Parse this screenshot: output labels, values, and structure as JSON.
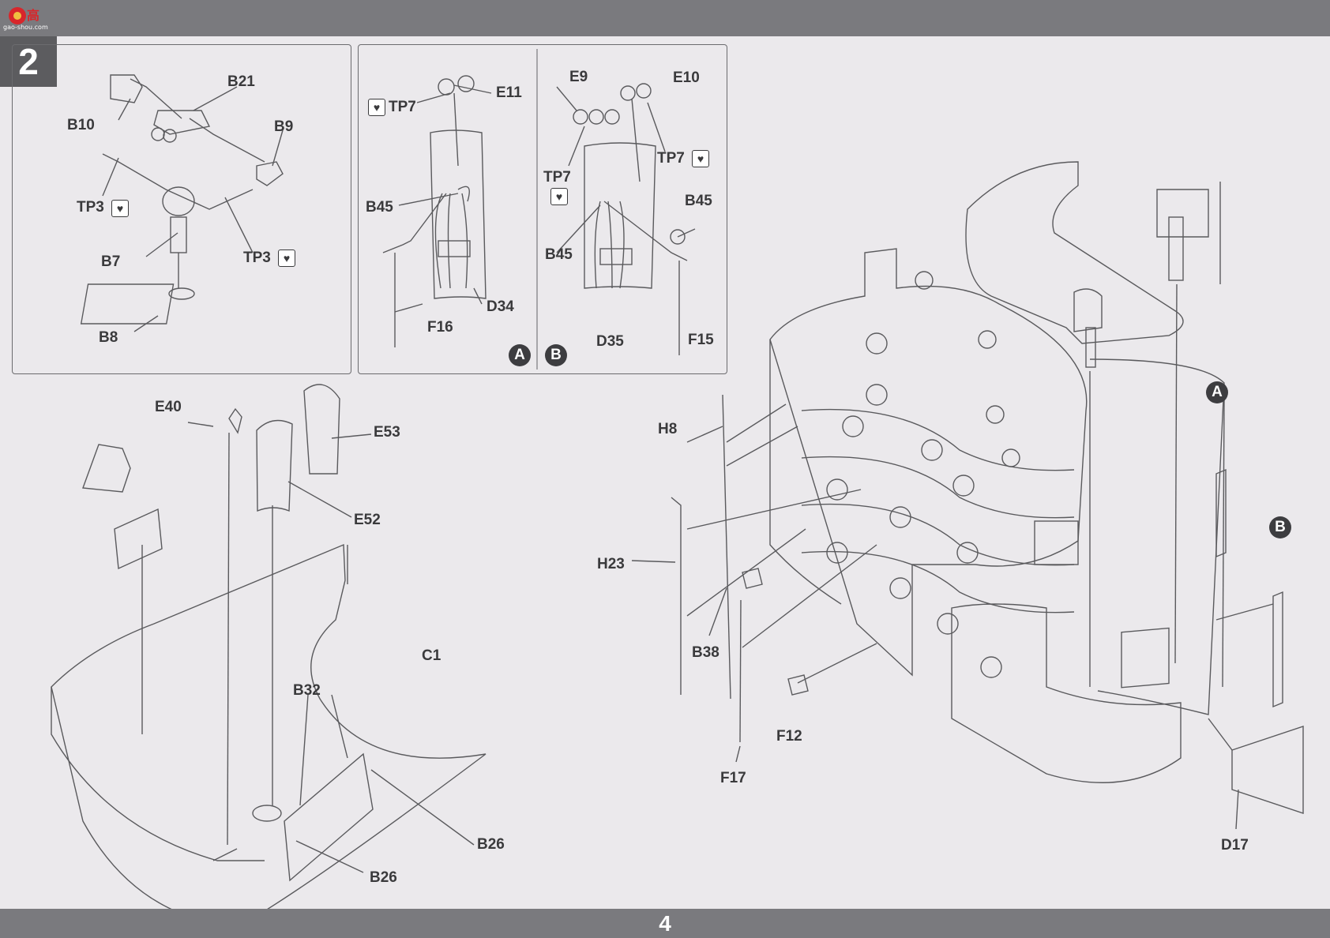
{
  "header": {
    "logo_text": "高",
    "logo_site": "gao-shou.com",
    "step_number": "2"
  },
  "footer": {
    "page_number": "4"
  },
  "icons": {
    "tp_icon": "broken-heart-icon",
    "tp_glyph": "♥"
  },
  "labels": {
    "b21": "B21",
    "b10": "B10",
    "b9": "B9",
    "tp3a": "TP3",
    "tp3b": "TP3",
    "b7": "B7",
    "b8": "B8",
    "e11": "E11",
    "tp7a": "TP7",
    "b45a": "B45",
    "f16": "F16",
    "d34": "D34",
    "e9": "E9",
    "e10": "E10",
    "tp7b": "TP7",
    "tp7c": "TP7",
    "b45b": "B45",
    "b45c": "B45",
    "d35": "D35",
    "f15": "F15",
    "e40": "E40",
    "e53": "E53",
    "e52": "E52",
    "c1": "C1",
    "b32": "B32",
    "b26a": "B26",
    "b26b": "B26",
    "h8": "H8",
    "h23": "H23",
    "b38": "B38",
    "f12": "F12",
    "f17": "F17",
    "d17": "D17"
  },
  "callouts": {
    "a_panel": "A",
    "b_panel": "B",
    "a_main": "A",
    "b_main": "B"
  }
}
